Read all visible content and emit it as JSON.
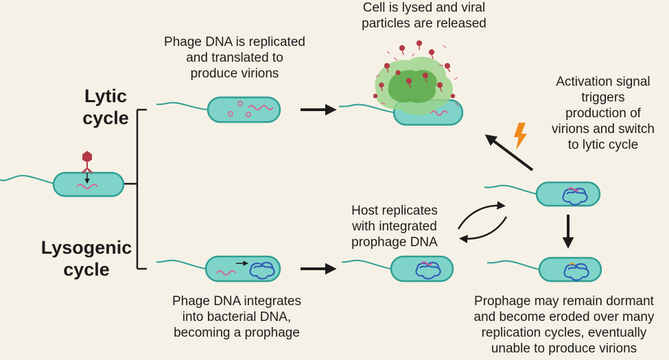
{
  "headings": {
    "lytic": [
      "Lytic",
      "cycle"
    ],
    "lysogenic": [
      "Lysogenic",
      "cycle"
    ]
  },
  "captions": {
    "phage_replicated": [
      "Phage DNA is replicated",
      "and  translated to",
      "produce virions"
    ],
    "cell_lysed": [
      "Cell is lysed and viral",
      "particles are released"
    ],
    "activation": [
      "Activation signal",
      "triggers",
      "production of",
      "virions and switch",
      "to lytic cycle"
    ],
    "host_replicates": [
      "Host replicates",
      "with integrated",
      "prophage DNA"
    ],
    "phage_integrates": [
      "Phage DNA integrates",
      "into bacterial DNA,",
      "becoming a prophage"
    ],
    "prophage_dormant": [
      "Prophage may remain dormant",
      "and become eroded over many",
      "replication cycles, eventually",
      "unable to produce virions"
    ]
  },
  "colors": {
    "background": "#f6f1e6",
    "cell_fill": "#7fd3c9",
    "cell_stroke": "#2f9e93",
    "phage_dna": "#d9668f",
    "bacterial_dna": "#2e56b5",
    "phage": "#b33a45",
    "lysis_green": "#5aa84a",
    "lightning": "#f08a1c",
    "arrow": "#1c1c1c"
  },
  "icons": [
    "bacterium-icon",
    "bacteriophage-icon",
    "phage-dna-icon",
    "bacterial-dna-icon",
    "lightning-bolt-icon",
    "arrow-icon",
    "cycle-arrows-icon"
  ]
}
